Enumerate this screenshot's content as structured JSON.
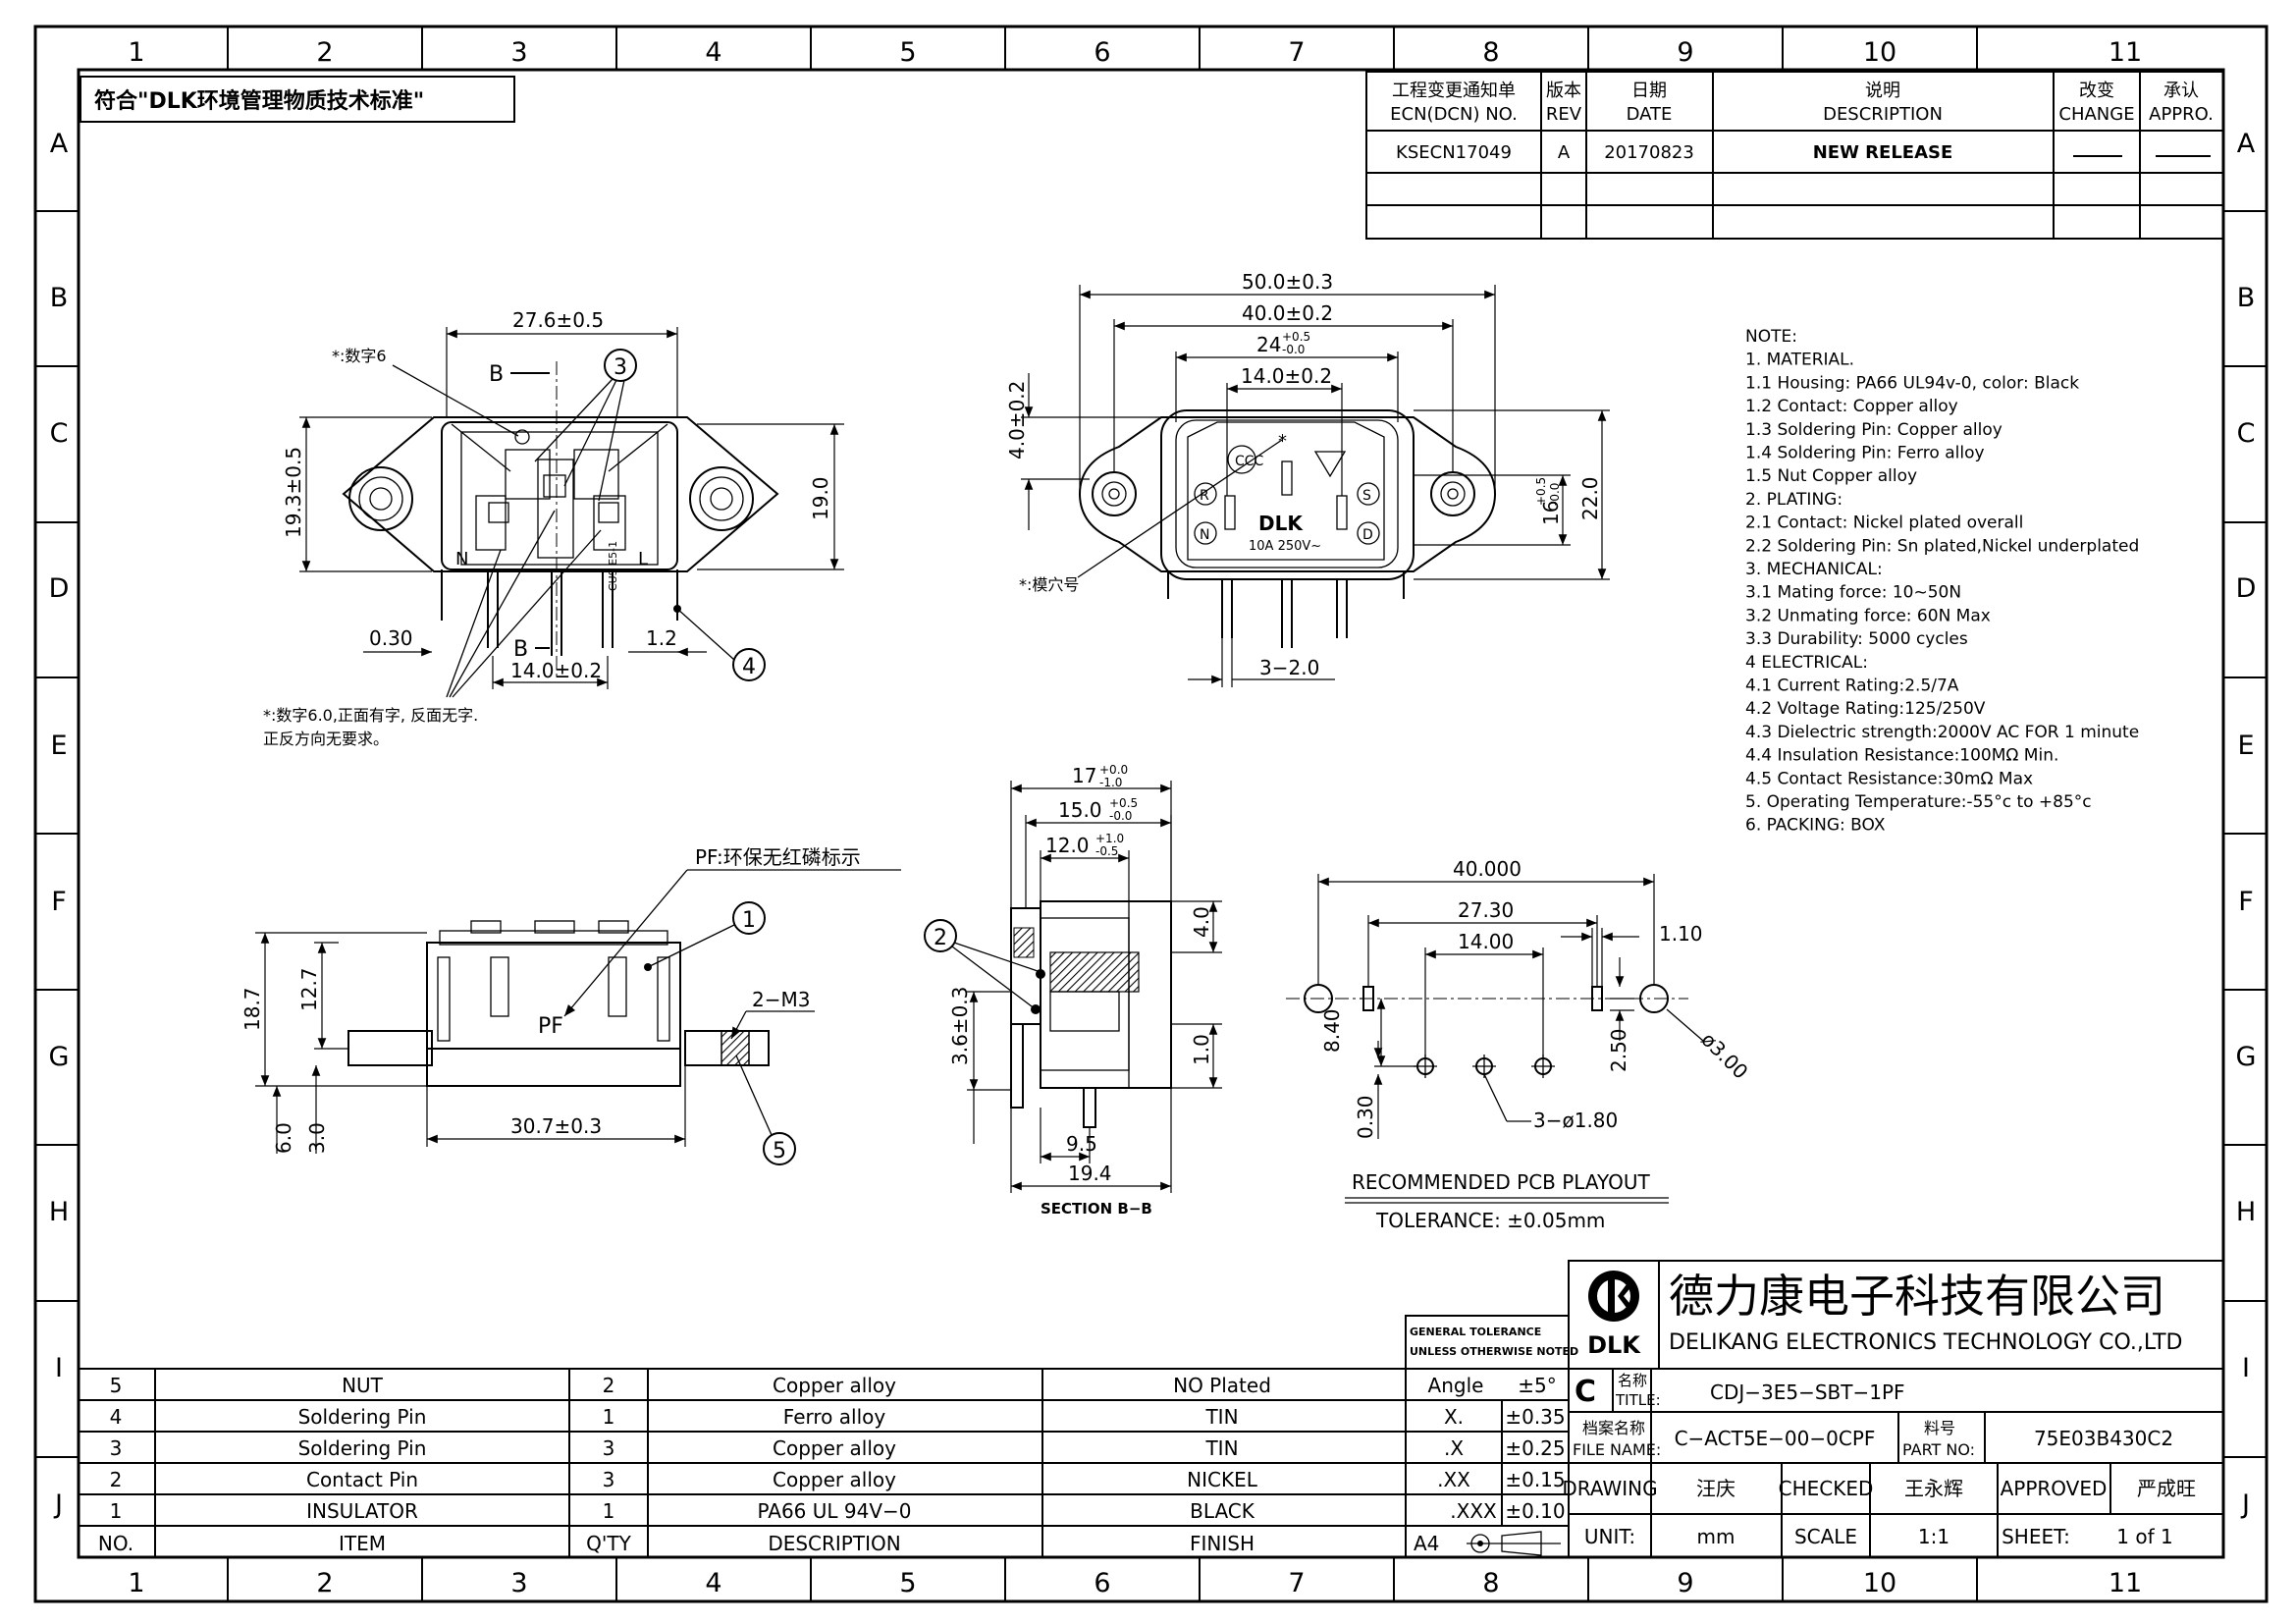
{
  "compliance_banner": "符合\"DLK环境管理物质技术标准\"",
  "zones": {
    "columns": [
      "1",
      "2",
      "3",
      "4",
      "5",
      "6",
      "7",
      "8",
      "9",
      "10",
      "11"
    ],
    "rows": [
      "A",
      "B",
      "C",
      "D",
      "E",
      "F",
      "G",
      "H",
      "I",
      "J"
    ]
  },
  "revision_table": {
    "headers": [
      {
        "cn": "工程变更通知单",
        "en": "ECN(DCN) NO."
      },
      {
        "cn": "版本",
        "en": "REV"
      },
      {
        "cn": "日期",
        "en": "DATE"
      },
      {
        "cn": "说明",
        "en": "DESCRIPTION"
      },
      {
        "cn": "改变",
        "en": "CHANGE"
      },
      {
        "cn": "承认",
        "en": "APPRO."
      }
    ],
    "rows": [
      {
        "ecn": "KSECN17049",
        "rev": "A",
        "date": "20170823",
        "description": "NEW RELEASE"
      }
    ]
  },
  "notes": [
    "NOTE:",
    "1. MATERIAL.",
    "1.1 Housing: PA66 UL94v-0, color: Black",
    "1.2 Contact: Copper alloy",
    "1.3 Soldering Pin: Copper alloy",
    "1.4 Soldering Pin:  Ferro alloy",
    "1.5 Nut Copper alloy",
    "2. PLATING:",
    "2.1 Contact: Nickel plated overall",
    "2.2 Soldering Pin: Sn plated,Nickel underplated",
    "3.  MECHANICAL:",
    "3.1 Mating force: 10~50N",
    "3.2 Unmating force: 60N Max",
    "3.3 Durability: 5000 cycles",
    "4   ELECTRICAL:",
    "4.1 Current Rating:2.5/7A",
    "4.2 Voltage Rating:125/250V",
    "4.3 Dielectric strength:2000V AC FOR 1 minute",
    "4.4 Insulation Resistance:100MΩ Min.",
    "4.5 Contact Resistance:30mΩ Max",
    "5. Operating Temperature:-55°c to +85°c",
    "6. PACKING: BOX"
  ],
  "front_view": {
    "dim_width": "27.6±0.5",
    "dim_height": "19.3±0.5",
    "dim_inner_height": "19.0",
    "dim_pin_spacing": "14.0±0.2",
    "dim_left": "0.30",
    "dim_right": "1.2",
    "section_mark": "B",
    "note_digit6": "*:数字6",
    "note_digit60_line1": "*:数字6.0,正面有字, 反面无字.",
    "note_digit60_line2": "正反方向无要求。",
    "pin_labels": [
      "N",
      "L"
    ],
    "callouts": [
      "3",
      "4"
    ],
    "marking": "CUS E5-1"
  },
  "top_view": {
    "dim_50": "50.0±0.3",
    "dim_40": "40.0±0.2",
    "dim_24": "24",
    "dim_24_tol_upper": "+0.5",
    "dim_24_tol_lower": "-0.0",
    "dim_14": "14.0±0.2",
    "dim_4": "4.0±0.2",
    "dim_16": "16",
    "dim_16_tol_upper": "+0.5",
    "dim_16_tol_lower": "-0.0",
    "dim_22": "22.0",
    "dim_pins": "3−2.0",
    "note_hole": "*:模穴号",
    "brand": "DLK",
    "rating": "10A 250V~",
    "symbols": [
      "R",
      "S",
      "N",
      "D"
    ]
  },
  "side_view": {
    "dim_18_7": "18.7",
    "dim_12_7": "12.7",
    "dim_6_0": "6.0",
    "dim_3_0": "3.0",
    "dim_30_7": "30.7±0.3",
    "pf_note": "PF:环保无红磷标示",
    "pf_mark": "PF",
    "thread": "2−M3",
    "callouts": [
      "1",
      "5"
    ]
  },
  "section_view": {
    "dim_17": "17",
    "dim_17_tol_upper": "+0.0",
    "dim_17_tol_lower": "-1.0",
    "dim_15": "15.0",
    "dim_15_tol_upper": "+0.5",
    "dim_15_tol_lower": "-0.0",
    "dim_12": "12.0",
    "dim_12_tol_upper": "+1.0",
    "dim_12_tol_lower": "-0.5",
    "dim_4": "4.0",
    "dim_3_6": "3.6±0.3",
    "dim_1": "1.0",
    "dim_9_5": "9.5",
    "dim_19_4": "19.4",
    "title": "SECTION B−B",
    "callout": "2"
  },
  "pcb_layout": {
    "dim_40": "40.000",
    "dim_27_3": "27.30",
    "dim_14": "14.00",
    "dim_1_1": "1.10",
    "dim_8_4": "8.40",
    "dim_2_5": "2.50",
    "dim_0_3": "0.30",
    "dim_hole_small": "3−ø1.80",
    "dim_hole_big": "ø3.00",
    "title": "RECOMMENDED PCB PLAYOUT",
    "tolerance": "TOLERANCE: ±0.05mm"
  },
  "bom": {
    "headers": {
      "no": "NO.",
      "item": "ITEM",
      "qty": "Q'TY",
      "description": "DESCRIPTION",
      "finish": "FINISH"
    },
    "rows": [
      {
        "no": "5",
        "item": "NUT",
        "qty": "2",
        "description": "Copper alloy",
        "finish": "NO Plated"
      },
      {
        "no": "4",
        "item": "Soldering Pin",
        "qty": "1",
        "description": "Ferro alloy",
        "finish": "TIN"
      },
      {
        "no": "3",
        "item": "Soldering Pin",
        "qty": "3",
        "description": "Copper alloy",
        "finish": "TIN"
      },
      {
        "no": "2",
        "item": "Contact Pin",
        "qty": "3",
        "description": "Copper alloy",
        "finish": "NICKEL"
      },
      {
        "no": "1",
        "item": "INSULATOR",
        "qty": "1",
        "description": "PA66    UL 94V−0",
        "finish": "BLACK"
      }
    ]
  },
  "tolerance_block": {
    "header_line1": "GENERAL TOLERANCE",
    "header_line2": "UNLESS OTHERWISE NOTED",
    "rows": [
      {
        "label": "Angle",
        "value": "±5°"
      },
      {
        "label": "X.",
        "value": "±0.35"
      },
      {
        "label": ".X",
        "value": "±0.25"
      },
      {
        "label": ".XX",
        "value": "±0.15"
      },
      {
        "label": ".XXX",
        "value": "±0.10"
      }
    ],
    "paper": "A4"
  },
  "title_block": {
    "company_cn": "德力康电子科技有限公司",
    "company_en": "DELIKANG ELECTRONICS TECHNOLOGY CO.,LTD",
    "logo_text": "DLK",
    "rev_letter": "C",
    "title_label_cn": "名称",
    "title_label_en": "TITLE:",
    "title_value": "CDJ−3E5−SBT−1PF",
    "file_label_cn": "档案名称",
    "file_label_en": "FILE NAME:",
    "file_value": "C−ACT5E−00−0CPF",
    "part_label_cn": "料号",
    "part_label_en": "PART NO:",
    "part_value": "75E03B430C2",
    "drawing_label": "DRAWING",
    "drawing_value": "汪庆",
    "checked_label": "CHECKED",
    "checked_value": "王永辉",
    "approved_label": "APPROVED",
    "approved_value": "严成旺",
    "unit_label": "UNIT:",
    "unit_value": "mm",
    "scale_label": "SCALE",
    "scale_value": "1:1",
    "sheet_label": "SHEET:",
    "sheet_value": "1 of 1"
  }
}
